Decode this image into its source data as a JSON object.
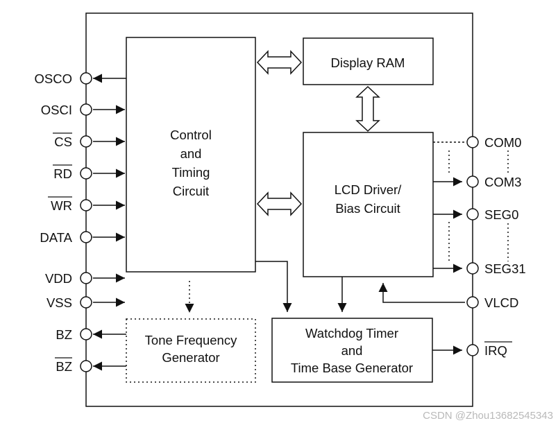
{
  "blocks": {
    "control": [
      "Control",
      "and",
      "Timing",
      "Circuit"
    ],
    "display_ram": [
      "Display RAM"
    ],
    "lcd_driver": [
      "LCD Driver/",
      "Bias Circuit"
    ],
    "watchdog": [
      "Watchdog Timer",
      "and",
      "Time Base Generator"
    ],
    "tone": [
      "Tone Frequency",
      "Generator"
    ]
  },
  "pins_left": [
    {
      "label": "OSCO",
      "overline": false
    },
    {
      "label": "OSCI",
      "overline": false
    },
    {
      "label": "CS",
      "overline": true
    },
    {
      "label": "RD",
      "overline": true
    },
    {
      "label": "WR",
      "overline": true
    },
    {
      "label": "DATA",
      "overline": false
    },
    {
      "label": "VDD",
      "overline": false
    },
    {
      "label": "VSS",
      "overline": false
    },
    {
      "label": "BZ",
      "overline": false
    },
    {
      "label": "BZ",
      "overline": true
    }
  ],
  "pins_right": [
    {
      "label": "COM0",
      "overline": false
    },
    {
      "label": "COM3",
      "overline": false
    },
    {
      "label": "SEG0",
      "overline": false
    },
    {
      "label": "SEG31",
      "overline": false
    },
    {
      "label": "VLCD",
      "overline": false
    },
    {
      "label": "IRQ",
      "overline": true
    }
  ],
  "watermark": "CSDN @Zhou13682545343"
}
